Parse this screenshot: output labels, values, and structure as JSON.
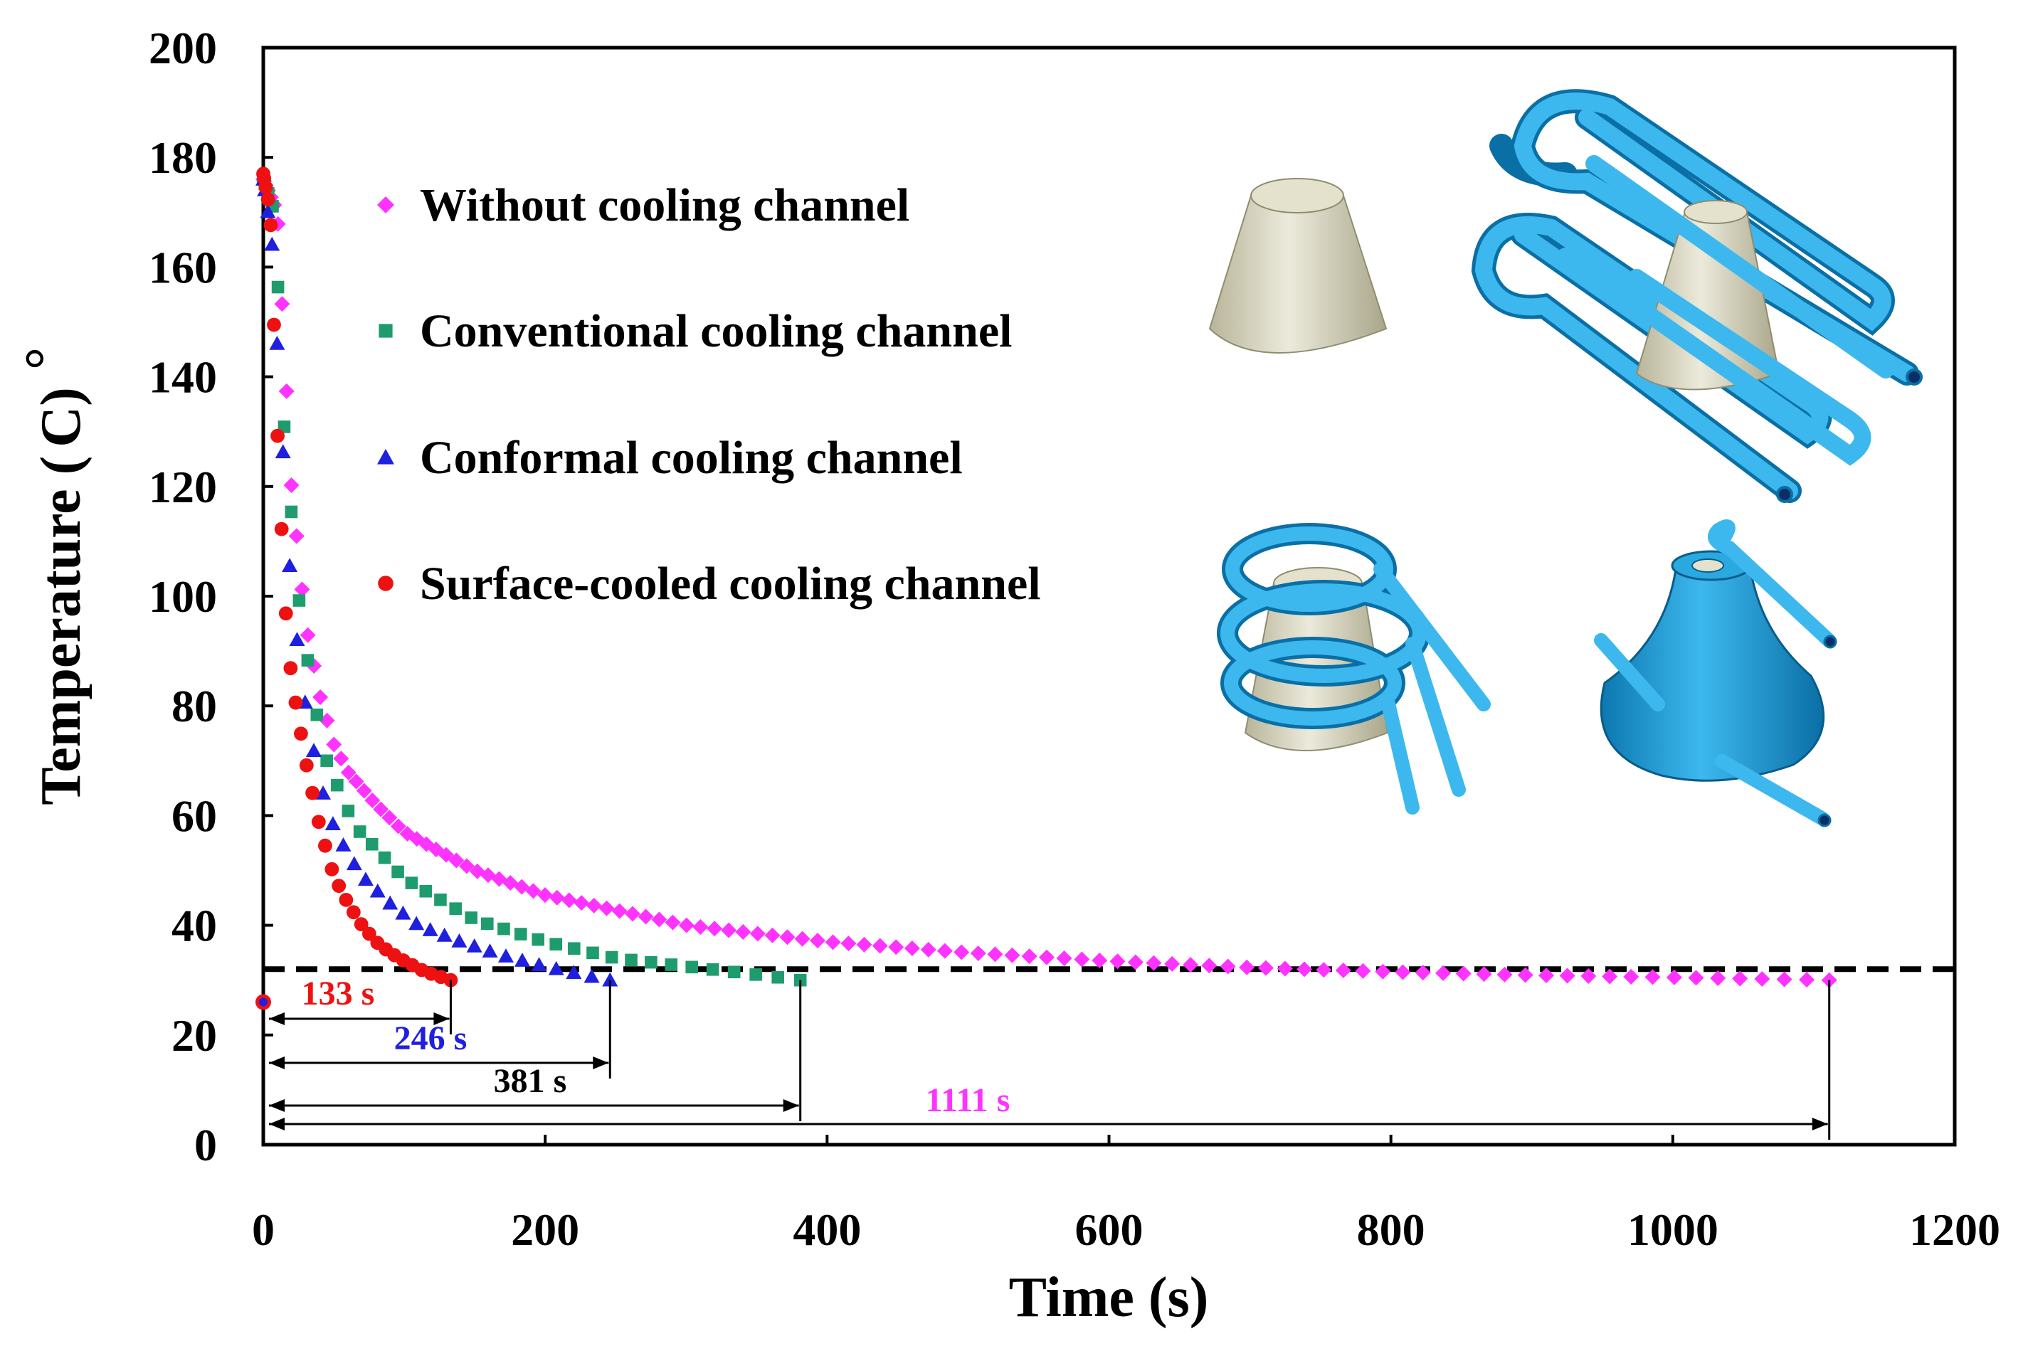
{
  "chart_data": {
    "type": "scatter",
    "xlabel": "Time (s)",
    "ylabel": "Temperature (°C)",
    "ylabel_text": "Temperature (",
    "ylabel_unit": "C)",
    "ylabel_degree": "°",
    "xlim": [
      0,
      1200
    ],
    "ylim": [
      0,
      200
    ],
    "xticks": [
      0,
      200,
      400,
      600,
      800,
      1000,
      1200
    ],
    "yticks": [
      0,
      20,
      40,
      60,
      80,
      100,
      120,
      140,
      160,
      180,
      200
    ],
    "grid": false,
    "legend_position": "top-left",
    "reference_line": {
      "y": 32,
      "style": "dashed",
      "color": "#000000"
    },
    "series": [
      {
        "name": "Without cooling channel",
        "color": "#ff33ff",
        "marker": "diamond",
        "end_time": 1111,
        "end_temp": 30,
        "key_points": [
          [
            0,
            176
          ],
          [
            10,
            170
          ],
          [
            20,
            120
          ],
          [
            30,
            95
          ],
          [
            40,
            82
          ],
          [
            50,
            73
          ],
          [
            60,
            68
          ],
          [
            80,
            62
          ],
          [
            100,
            57
          ],
          [
            150,
            50
          ],
          [
            200,
            45.5
          ],
          [
            300,
            40
          ],
          [
            400,
            37
          ],
          [
            500,
            35
          ],
          [
            600,
            33.5
          ],
          [
            700,
            32.3
          ],
          [
            800,
            31.5
          ],
          [
            900,
            30.9
          ],
          [
            1000,
            30.5
          ],
          [
            1111,
            30
          ]
        ]
      },
      {
        "name": "Conventional cooling channel",
        "color": "#1e9c6e",
        "marker": "square",
        "end_time": 381,
        "end_temp": 30,
        "key_points": [
          [
            0,
            176
          ],
          [
            8,
            170
          ],
          [
            15,
            130
          ],
          [
            25,
            100
          ],
          [
            35,
            82
          ],
          [
            45,
            70
          ],
          [
            55,
            64
          ],
          [
            65,
            58
          ],
          [
            80,
            54
          ],
          [
            100,
            48.5
          ],
          [
            150,
            41
          ],
          [
            200,
            37
          ],
          [
            250,
            34
          ],
          [
            300,
            32.5
          ],
          [
            350,
            31
          ],
          [
            381,
            30
          ]
        ]
      },
      {
        "name": "Conformal cooling channel",
        "color": "#1f1fe0",
        "marker": "triangle",
        "end_time": 246,
        "end_temp": 30,
        "key_points": [
          [
            0,
            176
          ],
          [
            6,
            165
          ],
          [
            12,
            135
          ],
          [
            20,
            100
          ],
          [
            30,
            80
          ],
          [
            40,
            66
          ],
          [
            50,
            58
          ],
          [
            60,
            53
          ],
          [
            70,
            49
          ],
          [
            90,
            44
          ],
          [
            110,
            40
          ],
          [
            140,
            37
          ],
          [
            170,
            34.5
          ],
          [
            200,
            32.5
          ],
          [
            230,
            30.8
          ],
          [
            246,
            30
          ]
        ]
      },
      {
        "name": "Surface-cooled cooling channel",
        "color": "#ee1111",
        "marker": "circle",
        "end_time": 133,
        "end_temp": 30,
        "key_points": [
          [
            0,
            177
          ],
          [
            5,
            170
          ],
          [
            10,
            130
          ],
          [
            15,
            100
          ],
          [
            20,
            85
          ],
          [
            30,
            70
          ],
          [
            40,
            58
          ],
          [
            50,
            49
          ],
          [
            60,
            44
          ],
          [
            70,
            40
          ],
          [
            80,
            37
          ],
          [
            90,
            35
          ],
          [
            100,
            33.5
          ],
          [
            115,
            31.5
          ],
          [
            133,
            30
          ]
        ]
      }
    ],
    "annotations": [
      {
        "label": "133 s",
        "x_end": 133,
        "color": "#ee1111"
      },
      {
        "label": "246 s",
        "x_end": 246,
        "color": "#1f1fe0"
      },
      {
        "label": "381 s",
        "x_end": 381,
        "color": "#000000"
      },
      {
        "label": "1111 s",
        "x_end": 1111,
        "color": "#ff33ff"
      }
    ]
  },
  "insets": {
    "part_color": "#d8d5b8",
    "channel_color": "#1aa0d8"
  }
}
